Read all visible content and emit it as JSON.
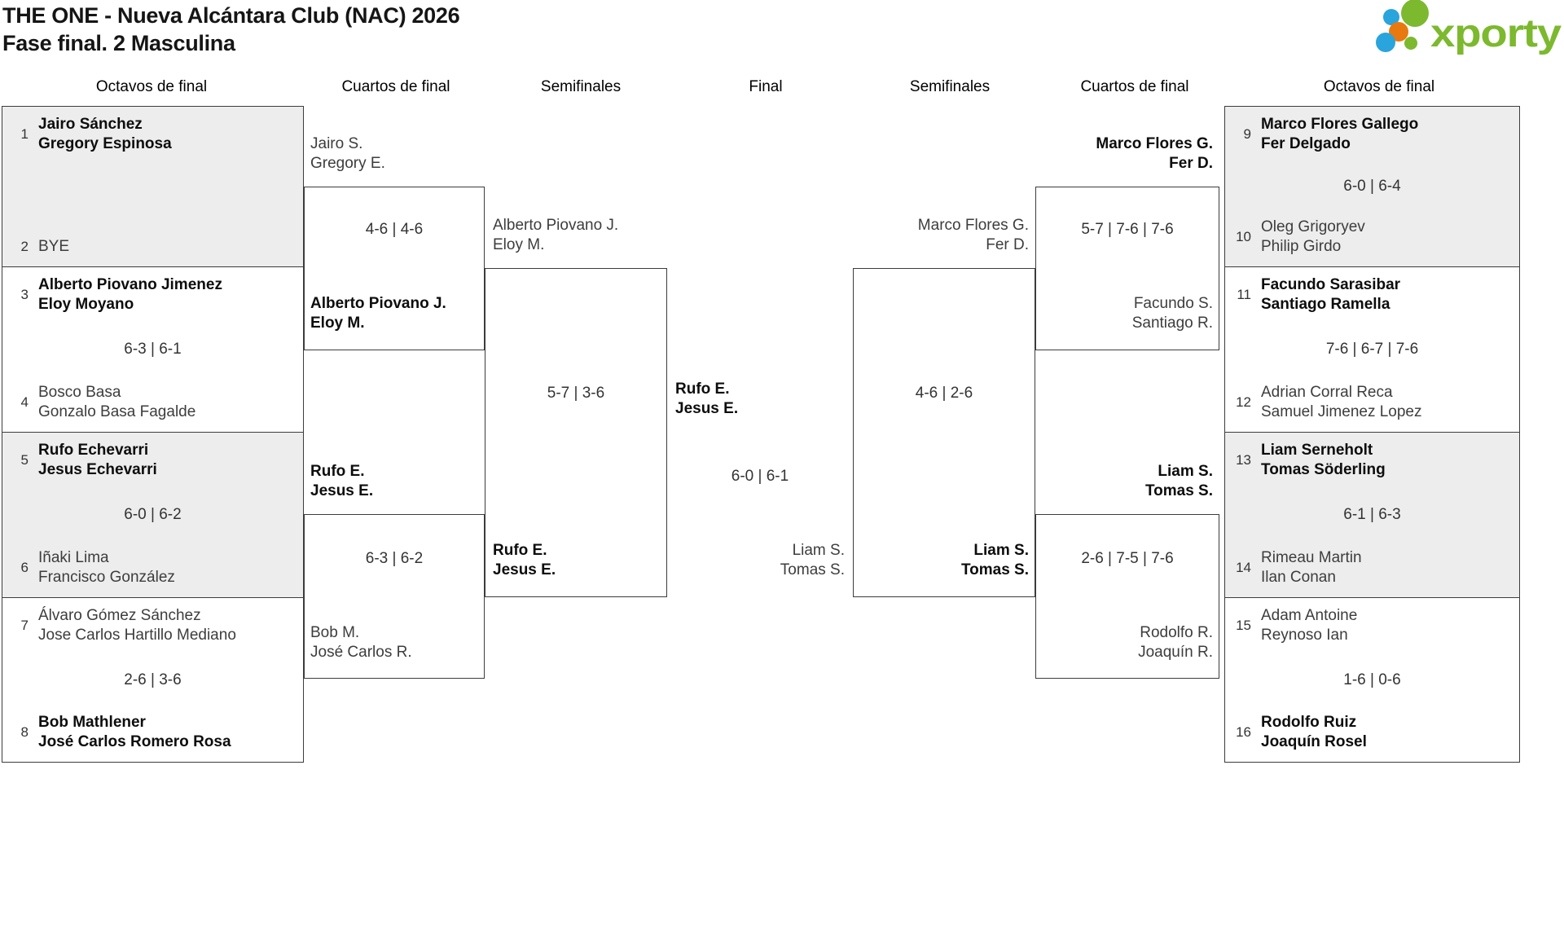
{
  "title": {
    "line1": "THE ONE - Nueva Alcántara Club (NAC) 2026",
    "line2": "Fase final. 2 Masculina"
  },
  "logo": {
    "text": "xporty",
    "green": "#7cb92e",
    "blue": "#2aa4dc",
    "orange": "#e8790f"
  },
  "round_headers": [
    "Octavos de final",
    "Cuartos de final",
    "Semifinales",
    "Final",
    "Semifinales",
    "Cuartos de final",
    "Octavos de final"
  ],
  "octavos_left": [
    {
      "seed_top": "1",
      "top": [
        "Jairo Sánchez",
        "Gregory Espinosa"
      ],
      "score": "",
      "seed_bottom": "2",
      "bottom": [
        "BYE",
        ""
      ],
      "winner": "top"
    },
    {
      "seed_top": "3",
      "top": [
        "Alberto Piovano Jimenez",
        "Eloy Moyano"
      ],
      "score": "6-3 | 6-1",
      "seed_bottom": "4",
      "bottom": [
        "Bosco Basa",
        "Gonzalo Basa Fagalde"
      ],
      "winner": "top"
    },
    {
      "seed_top": "5",
      "top": [
        "Rufo Echevarri",
        "Jesus Echevarri"
      ],
      "score": "6-0 | 6-2",
      "seed_bottom": "6",
      "bottom": [
        "Iñaki Lima",
        "Francisco González"
      ],
      "winner": "top"
    },
    {
      "seed_top": "7",
      "top": [
        "Álvaro Gómez Sánchez",
        "Jose Carlos Hartillo Mediano"
      ],
      "score": "2-6 | 3-6",
      "seed_bottom": "8",
      "bottom": [
        "Bob Mathlener",
        "José Carlos Romero Rosa"
      ],
      "winner": "bottom"
    }
  ],
  "octavos_right": [
    {
      "seed_top": "9",
      "top": [
        "Marco Flores Gallego",
        "Fer Delgado"
      ],
      "score": "6-0 | 6-4",
      "seed_bottom": "10",
      "bottom": [
        "Oleg Grigoryev",
        "Philip Girdo"
      ],
      "winner": "top"
    },
    {
      "seed_top": "11",
      "top": [
        "Facundo Sarasibar",
        "Santiago Ramella"
      ],
      "score": "7-6 | 6-7 | 7-6",
      "seed_bottom": "12",
      "bottom": [
        "Adrian Corral Reca",
        "Samuel Jimenez Lopez"
      ],
      "winner": "top"
    },
    {
      "seed_top": "13",
      "top": [
        "Liam Serneholt",
        "Tomas Söderling"
      ],
      "score": "6-1 | 6-3",
      "seed_bottom": "14",
      "bottom": [
        "Rimeau Martin",
        "Ilan Conan"
      ],
      "winner": "top"
    },
    {
      "seed_top": "15",
      "top": [
        "Adam Antoine",
        "Reynoso Ian"
      ],
      "score": "1-6 | 0-6",
      "seed_bottom": "16",
      "bottom": [
        "Rodolfo Ruiz",
        "Joaquín Rosel"
      ],
      "winner": "bottom"
    }
  ],
  "cuartos_left": [
    {
      "top": [
        "Jairo S.",
        "Gregory E."
      ],
      "score": "4-6 | 4-6",
      "bottom": [
        "Alberto Piovano J.",
        "Eloy M."
      ],
      "winner": "bottom"
    },
    {
      "top": [
        "Rufo E.",
        "Jesus E."
      ],
      "score": "6-3 | 6-2",
      "bottom": [
        "Bob M.",
        "José Carlos R."
      ],
      "winner": "top"
    }
  ],
  "cuartos_right": [
    {
      "top": [
        "Marco Flores G.",
        "Fer D."
      ],
      "score": "5-7 | 7-6 | 7-6",
      "bottom": [
        "Facundo S.",
        "Santiago R."
      ],
      "winner": "top"
    },
    {
      "top": [
        "Liam S.",
        "Tomas S."
      ],
      "score": "2-6 | 7-5 | 7-6",
      "bottom": [
        "Rodolfo R.",
        "Joaquín R."
      ],
      "winner": "top"
    }
  ],
  "semifinal_left": {
    "top": [
      "Alberto Piovano J.",
      "Eloy M."
    ],
    "score": "5-7 | 3-6",
    "bottom": [
      "Rufo E.",
      "Jesus E."
    ],
    "winner": "bottom"
  },
  "semifinal_right": {
    "top": [
      "Marco Flores G.",
      "Fer D."
    ],
    "score": "4-6 | 2-6",
    "bottom": [
      "Liam S.",
      "Tomas S."
    ],
    "winner": "bottom"
  },
  "final": {
    "top": [
      "Rufo E.",
      "Jesus E."
    ],
    "score": "6-0 | 6-1",
    "bottom": [
      "Liam S.",
      "Tomas S."
    ],
    "winner": "top"
  }
}
